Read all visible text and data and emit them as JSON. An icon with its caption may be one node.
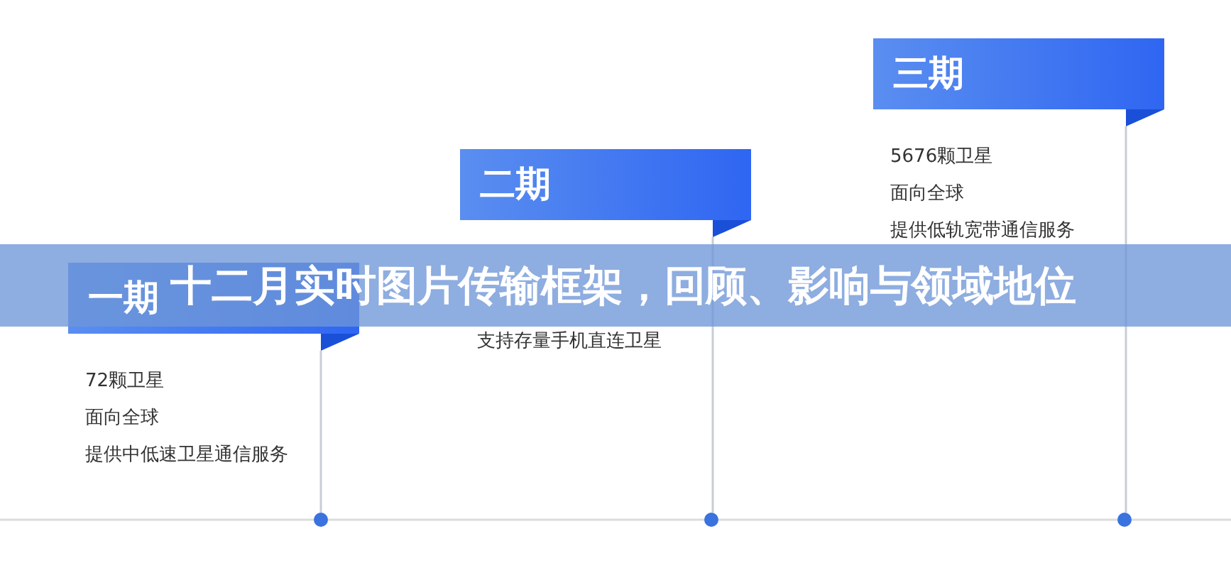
{
  "diagram": {
    "title": "十二月实时图片传输框架，回顾、影响与领域地位",
    "nodes": [
      {
        "text": [
          "一期"
        ],
        "beside": [
          "72颗卫星",
          "面向全球",
          "提供中低速卫星通信服务"
        ]
      },
      {
        "text": [
          "二期"
        ]
      },
      {
        "text": [
          "三期"
        ],
        "beside": [
          "5676颗卫星",
          "面向全球",
          "提供低轨宽带通信服务"
        ]
      },
      {
        "text": [],
        "shape": "circle"
      },
      {
        "text": [],
        "shape": "circle"
      },
      {
        "text": [],
        "shape": "circle"
      }
    ],
    "edges": [
      {
        "from": 0,
        "to": 3,
        "arrow": "none"
      },
      {
        "from": 1,
        "to": 4,
        "arrow": "none"
      },
      {
        "from": 2,
        "to": 5,
        "arrow": "none"
      }
    ],
    "labels": [
      "支持存量手机直连卫星"
    ]
  }
}
